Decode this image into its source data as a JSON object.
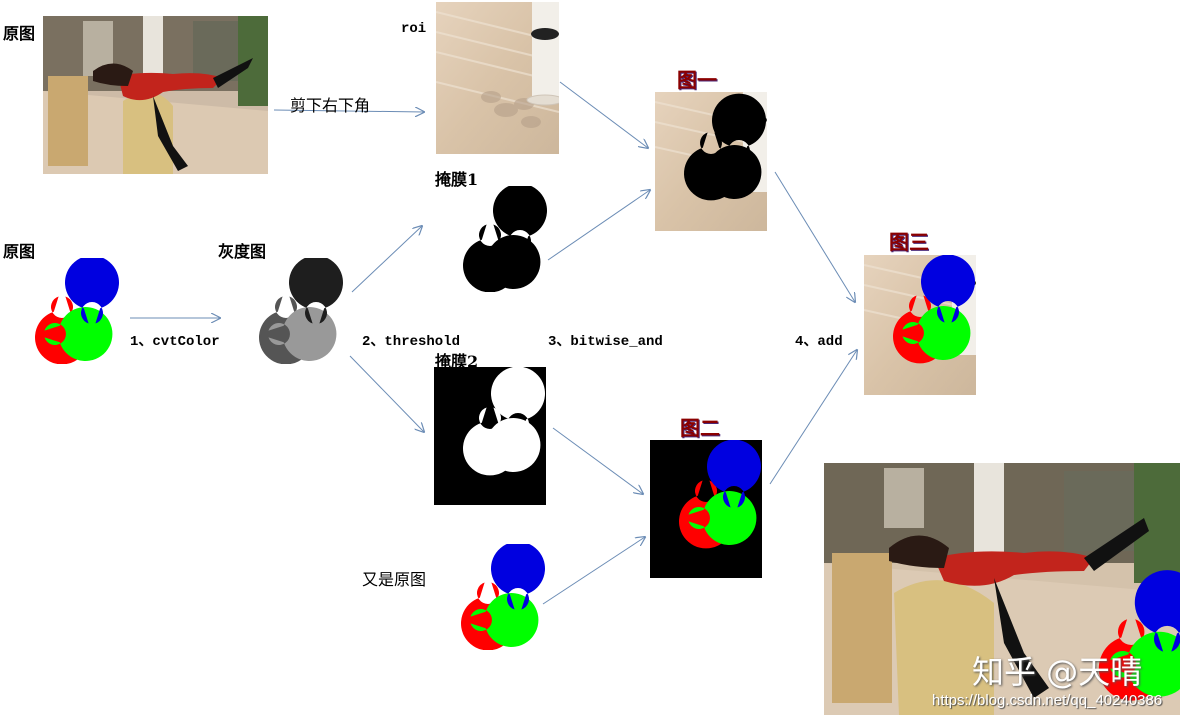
{
  "labels": {
    "orig_top": "原图",
    "cut_corner": "剪下右下角",
    "roi": "roi",
    "orig_mid": "原图",
    "gray": "灰度图",
    "mask1": "掩膜1",
    "mask2": "掩膜2",
    "fig1": "图一",
    "fig2": "图二",
    "fig3": "图三",
    "again_orig": "又是原图"
  },
  "steps": {
    "step1": "1、cvtColor",
    "step2": "2、threshold",
    "step3": "3、bitwise_and",
    "step4": "4、add"
  },
  "watermark": {
    "brand": "知乎 @天晴",
    "url": "https://blog.csdn.net/qq_40240386"
  },
  "colors": {
    "red": "#ff0000",
    "green": "#00ff00",
    "blue": "#0000e0",
    "gray_dark": "#555555",
    "gray_light": "#999999",
    "gray_black": "#1e1e1e",
    "arrow": "#6b8cb5",
    "title_red": "#8b0000"
  }
}
